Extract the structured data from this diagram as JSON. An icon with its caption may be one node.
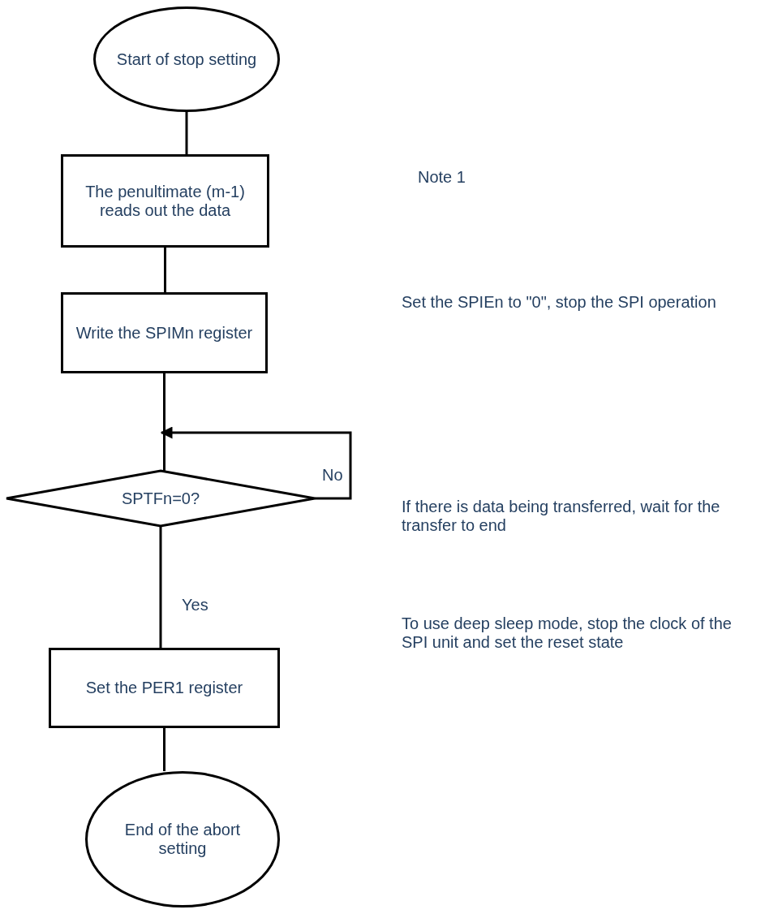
{
  "diagram": {
    "nodes": [
      {
        "text": [
          "Start of stop setting"
        ]
      },
      {
        "text": [
          "The penultimate (m-1) reads out the data"
        ]
      },
      {
        "text": [
          "Write the SPIMn register"
        ]
      },
      {
        "text": [
          "SPTFn=0?"
        ]
      },
      {
        "text": [
          "Set the PER1 register"
        ]
      },
      {
        "text": [
          "End of the abort setting"
        ]
      }
    ],
    "edges": [
      {
        "from": 0,
        "to": 1,
        "arrow": "none"
      },
      {
        "from": 1,
        "to": 2,
        "arrow": "none"
      },
      {
        "from": 2,
        "to": 3,
        "arrow": "none"
      },
      {
        "from": 3,
        "to": 3,
        "arrow": "to",
        "label": "No"
      },
      {
        "from": 3,
        "to": 4,
        "arrow": "none",
        "label": "Yes"
      },
      {
        "from": 4,
        "to": 5,
        "arrow": "none"
      }
    ],
    "labels": [
      "Note 1",
      "Set the SPIEn to \"0\", stop the SPI operation",
      "If there is data being transferred, wait for the transfer to end",
      "To use deep sleep mode, stop the clock of the SPI unit and set the reset state"
    ]
  }
}
